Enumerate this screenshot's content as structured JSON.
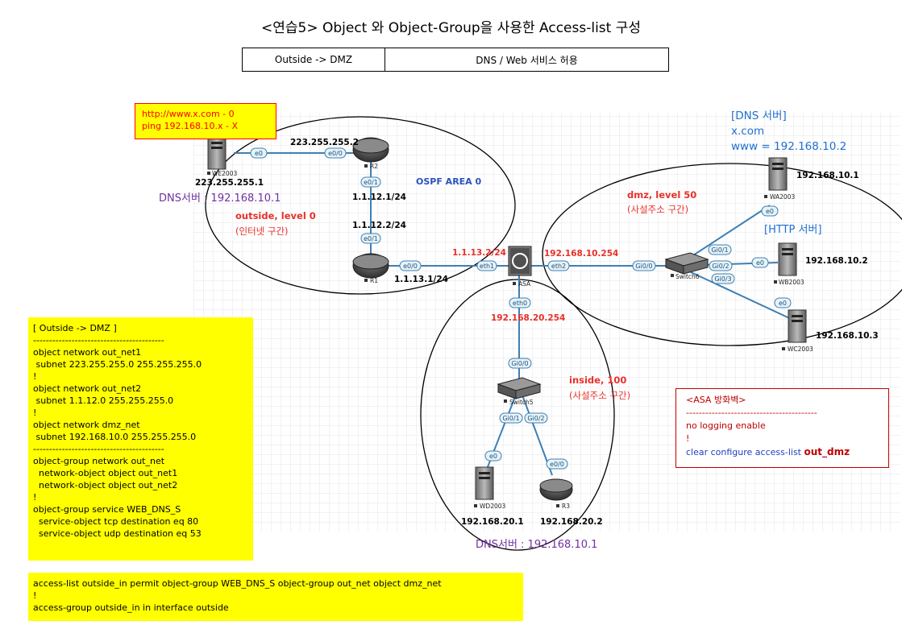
{
  "title": "<연습5> Object 와 Object-Group을 사용한 Access-list 구성",
  "header_table": {
    "col1": "Outside -> DMZ",
    "col2": "DNS / Web 서비스  허용"
  },
  "note_red": {
    "line1": "http://www.x.com - 0",
    "line2": "ping 192.168.10.x - X"
  },
  "dns_server_info": {
    "line1": "[DNS 서버]",
    "line2": "x.com",
    "line3": "www = 192.168.10.2"
  },
  "http_server_label": "[HTTP 서버]",
  "areas": {
    "ospf": "OSPF AREA 0",
    "outside_name": "outside, level  0",
    "outside_desc": "(인터넷 구간)",
    "dmz_name": "dmz, level  50",
    "dmz_desc": "(사설주소 구간)",
    "inside_name": "inside, 100",
    "inside_desc": "(사설주소 구간)"
  },
  "dns_note_left": "DNS서버 : 192.168.10.1",
  "dns_note_bottom": "DNS서버 : 192.168.10.1",
  "devices": {
    "we2003": "WE2003",
    "r2": "R2",
    "r1": "R1",
    "asa": "ASA",
    "switch6": "Switch6",
    "switch5": "Switch5",
    "wa2003": "WA2003",
    "wb2003": "WB2003",
    "wc2003": "WC2003",
    "wd2003": "WD2003",
    "r3": "R3"
  },
  "ports": {
    "we_e0": "e0",
    "r2_e00": "e0/0",
    "r2_e01": "e0/1",
    "r1_e01": "e0/1",
    "r1_e00": "e0/0",
    "asa_eth1": "eth1",
    "asa_eth2": "eth2",
    "asa_eth0": "eth0",
    "sw6_gi00": "Gi0/0",
    "sw6_gi01": "Gi0/1",
    "sw6_gi02": "Gi0/2",
    "sw6_gi03": "Gi0/3",
    "wa_e0": "e0",
    "wb_e0": "e0",
    "wc_e0": "e0",
    "sw5_gi00": "Gi0/0",
    "sw5_gi01": "Gi0/1",
    "sw5_gi02": "Gi0/2",
    "wd_e0": "e0",
    "r3_e00": "e0/0"
  },
  "ips": {
    "r2_ext": "223.255.255.2",
    "we_ip": "223.255.255.1",
    "r2_e01": "1.1.12.1/24",
    "r1_e01": "1.1.12.2/24",
    "r1_e00": "1.1.13.1/24",
    "asa_eth1": "1.1.13.2/24",
    "asa_eth2": "192.168.10.254",
    "asa_eth0": "192.168.20.254",
    "wa_ip": "192.168.10.1",
    "wb_ip": "192.168.10.2",
    "wc_ip": "192.168.10.3",
    "wd_ip": "192.168.20.1",
    "r3_ip": "192.168.20.2"
  },
  "config_block": {
    "lines": [
      "[ Outside -> DMZ ]",
      "-----------------------------------------",
      "object network out_net1",
      " subnet 223.255.255.0 255.255.255.0",
      "!",
      "object network out_net2",
      " subnet 1.1.12.0 255.255.255.0",
      "!",
      "object network dmz_net",
      " subnet 192.168.10.0 255.255.255.0",
      "-----------------------------------------",
      "object-group network out_net",
      "  network-object object out_net1",
      "  network-object object out_net2",
      "!",
      "object-group service WEB_DNS_S",
      "  service-object tcp destination eq 80",
      "  service-object udp destination eq 53"
    ]
  },
  "acl_block": {
    "lines": [
      "access-list outside_in permit object-group WEB_DNS_S object-group out_net object dmz_net",
      "!",
      "access-group outside_in in interface outside"
    ]
  },
  "asa_box": {
    "title": "<ASA 방화벽>",
    "divider": "-----------------------------------------",
    "line1": "no logging enable",
    "line2": "!",
    "line3_prefix": "clear configure access-list ",
    "line3_name": "out_dmz"
  },
  "colors": {
    "accent_blue": "#1f6fd1",
    "area_red": "#e8302a",
    "area_purple": "#7030a0",
    "note_yellow": "#ffff00",
    "port_fill": "#e6f3f7",
    "port_stroke": "#3d7fb4"
  }
}
